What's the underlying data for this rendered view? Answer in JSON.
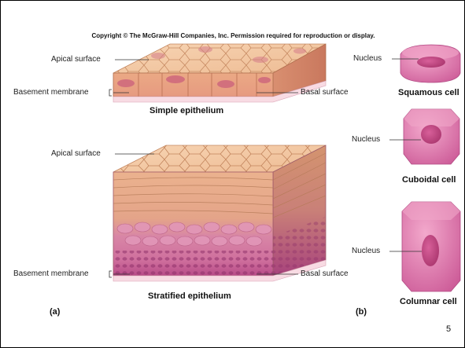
{
  "copyright": "Copyright © The McGraw-Hill Companies, Inc. Permission required for reproduction or display.",
  "simple": {
    "apical_label": "Apical surface",
    "basement_label": "Basement membrane",
    "basal_label": "Basal surface",
    "caption": "Simple epithelium"
  },
  "stratified": {
    "apical_label": "Apical surface",
    "basement_label": "Basement membrane",
    "basal_label": "Basal surface",
    "caption": "Stratified epithelium"
  },
  "cells": {
    "squamous": {
      "nucleus_label": "Nucleus",
      "caption": "Squamous cell"
    },
    "cuboidal": {
      "nucleus_label": "Nucleus",
      "caption": "Cuboidal cell"
    },
    "columnar": {
      "nucleus_label": "Nucleus",
      "caption": "Columnar cell"
    }
  },
  "panel_a": "(a)",
  "panel_b": "(b)",
  "page_number": "5",
  "colors": {
    "tissue_top": "#f3c9a5",
    "tissue_front": "#e9a985",
    "cell_edge": "#b5744d",
    "stratified_pink": "#d77ea6",
    "basal_purple": "#b24a86",
    "membrane": "#f8d9e3",
    "cell_body": "#d86aa3",
    "cell_light": "#ef9cc4",
    "nucleus": "#c1447f"
  }
}
